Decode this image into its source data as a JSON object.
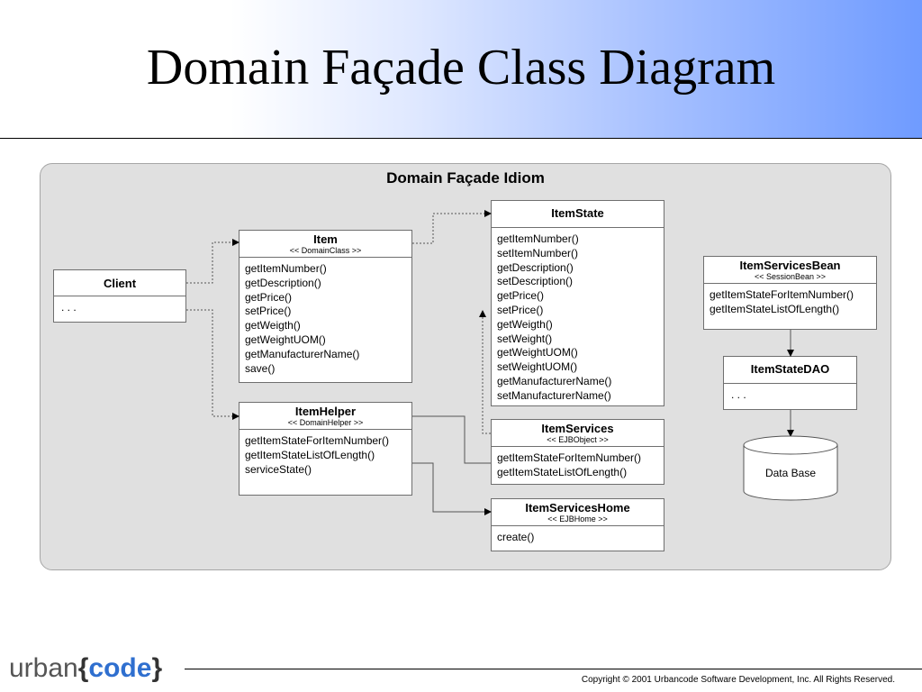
{
  "slide": {
    "title": "Domain Façade Class Diagram",
    "panel_title": "Domain Façade Idiom"
  },
  "classes": {
    "client": {
      "name": "Client",
      "members": ". . ."
    },
    "item": {
      "name": "Item",
      "stereotype": "<< DomainClass >>",
      "methods": [
        "getItemNumber()",
        "getDescription()",
        "getPrice()",
        "setPrice()",
        "getWeigth()",
        "getWeightUOM()",
        "getManufacturerName()",
        "save()"
      ]
    },
    "item_helper": {
      "name": "ItemHelper",
      "stereotype": "<< DomainHelper >>",
      "methods": [
        "getItemStateForItemNumber()",
        "getItemStateListOfLength()",
        "serviceState()"
      ]
    },
    "item_state": {
      "name": "ItemState",
      "methods": [
        "getItemNumber()",
        "setItemNumber()",
        "getDescription()",
        "setDescription()",
        "getPrice()",
        "setPrice()",
        "getWeigth()",
        "setWeight()",
        "getWeightUOM()",
        "setWeightUOM()",
        "getManufacturerName()",
        "setManufacturerName()"
      ]
    },
    "item_services": {
      "name": "ItemServices",
      "stereotype": "<< EJBObject >>",
      "methods": [
        "getItemStateForItemNumber()",
        "getItemStateListOfLength()"
      ]
    },
    "item_services_home": {
      "name": "ItemServicesHome",
      "stereotype": "<< EJBHome >>",
      "methods": [
        "create()"
      ]
    },
    "item_services_bean": {
      "name": "ItemServicesBean",
      "stereotype": "<< SessionBean >>",
      "methods": [
        "getItemStateForItemNumber()",
        "getItemStateListOfLength()"
      ]
    },
    "item_state_dao": {
      "name": "ItemStateDAO",
      "members": ". . ."
    }
  },
  "database": {
    "label": "Data Base"
  },
  "footer": {
    "logo_word": "urban",
    "logo_code": "code",
    "copyright": "Copyright © 2001 Urbancode Software Development, Inc.  All Rights Reserved."
  }
}
